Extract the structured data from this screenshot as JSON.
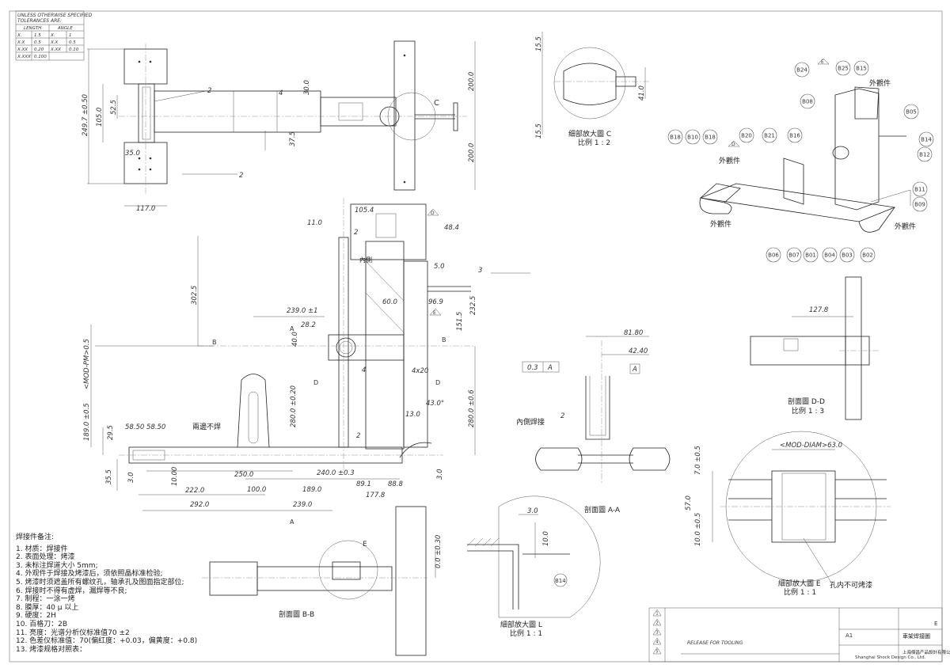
{
  "tolerance_table": {
    "title_line1": "UNLESS OTHERWISE SPECIFIED",
    "title_line2": "TOLERANCES ARE:",
    "col_length": "LENGTH",
    "col_angle": "ANGLE",
    "rows": [
      [
        "X.",
        "1.5",
        "X.",
        "1"
      ],
      [
        "X.X",
        "0.5",
        "X.X",
        "0.5"
      ],
      [
        "X.XX",
        "0.20",
        "X.XX",
        "0.10"
      ],
      [
        "X.XXX",
        "0.100",
        "",
        ""
      ]
    ]
  },
  "views": {
    "top": {
      "dims": [
        "249.7 ±0.50",
        "105.0",
        "52.5",
        "35.0",
        "117.0",
        "200.0",
        "200.0",
        "37.5",
        "30.0"
      ],
      "weld_labels": [
        "2",
        "2",
        "4"
      ],
      "detail_marker": "C"
    },
    "detail_c": {
      "title": "细部放大圖 C",
      "scale": "比例 1 : 2",
      "dims": [
        "15.5",
        "15.5",
        "41.0"
      ]
    },
    "isometric": {
      "balloons": [
        "B24",
        "B25",
        "B15",
        "B08",
        "B05",
        "B14",
        "B12",
        "B18",
        "B10",
        "B18",
        "B20",
        "B21",
        "B16",
        "B11",
        "B09",
        "B06",
        "B07",
        "B01",
        "B04",
        "B03",
        "B02"
      ],
      "flags": [
        "E",
        "D"
      ],
      "notes": [
        "外觀件",
        "外觀件",
        "外觀件",
        "外觀件"
      ]
    },
    "front": {
      "dims": [
        "105.4",
        "11.0",
        "48.4",
        "5.0",
        "302.5",
        "239.0 ±1",
        "28.2",
        "40.0",
        "60.0",
        "96.9",
        "151.5",
        "232.5",
        "189.0 ±0.5",
        "<MOD-PM>0.5",
        "280.0 ±0.20",
        "280.0 ±0.6",
        "43.0°",
        "13.0",
        "58.50",
        "58.50",
        "29.5",
        "35.5",
        "3.0",
        "10.00",
        "250.0",
        "240.0 ±0.3",
        "89.1",
        "88.8",
        "222.0",
        "100.0",
        "189.0",
        "177.8",
        "292.0",
        "239.0",
        "3.0",
        "4x20"
      ],
      "section_labels": [
        "B",
        "B",
        "A",
        "A",
        "D",
        "D"
      ],
      "flags": [
        "D",
        "E"
      ],
      "weld_labels": [
        "2",
        "3",
        "4",
        "2"
      ],
      "note_inner": "內側",
      "note_both": "兩邊不焊"
    },
    "section_aa": {
      "title": "剖面圖 A-A",
      "dims": [
        "81.80",
        "42.40"
      ],
      "frame_value": "0.3",
      "datum": "A",
      "note": "內側焊接",
      "weld": "2"
    },
    "section_dd": {
      "title": "剖面圖 D-D",
      "scale": "比例 1 : 3",
      "dims": [
        "127.8"
      ]
    },
    "section_bb": {
      "title": "剖面圖 B-B",
      "marker": "E",
      "dims": [
        "0.0 ±0.30"
      ]
    },
    "detail_l": {
      "title": "細部放大圖 L",
      "scale": "比例 1 : 1",
      "dims": [
        "3.0",
        "10.0"
      ],
      "balloon": "B14"
    },
    "detail_e": {
      "title": "細部放大圖 E",
      "scale": "比例 1 : 1",
      "dims": [
        "<MOD-DIAM>63.0",
        "7.0 ±0.5",
        "57.0",
        "10.0 ±0.5"
      ],
      "note": "孔内不可烤漆"
    }
  },
  "notes": {
    "heading": "焊接件备注:",
    "items": [
      "1. 材质：焊接件",
      "2. 表面处理：烤漆",
      "3. 未标注焊道大小    5mm;",
      "4. 外观件于焊接及烤漆后，须依照晶标准检验;",
      "5. 烤漆时须遮盖所有螺纹孔，轴承孔及图面指定部位;",
      "6. 焊接时不得有虚焊，漏焊等不良;",
      "7. 制程：一涂一烤",
      "8. 膜厚：40 μ 以上",
      "9. 硬度：2H",
      "10. 百格刀：2B",
      "11. 亮度：光谱分析仪标准值70 ±2",
      "12. 色差仪标准值：70(偏红度：+0.03，偏黄度：+0.8)",
      "13. 烤漆规格对照表："
    ]
  },
  "title_block": {
    "release": "RELEASE FOR TOOLING",
    "company": "上海傑昌产品設計有限公司",
    "company_en": "Shanghai Shock Design Co., Ltd.",
    "part_name": "車架焊接圖",
    "size": "A1",
    "sheet": "E",
    "revision_flags": [
      "1",
      "2",
      "3",
      "4",
      "5"
    ]
  }
}
